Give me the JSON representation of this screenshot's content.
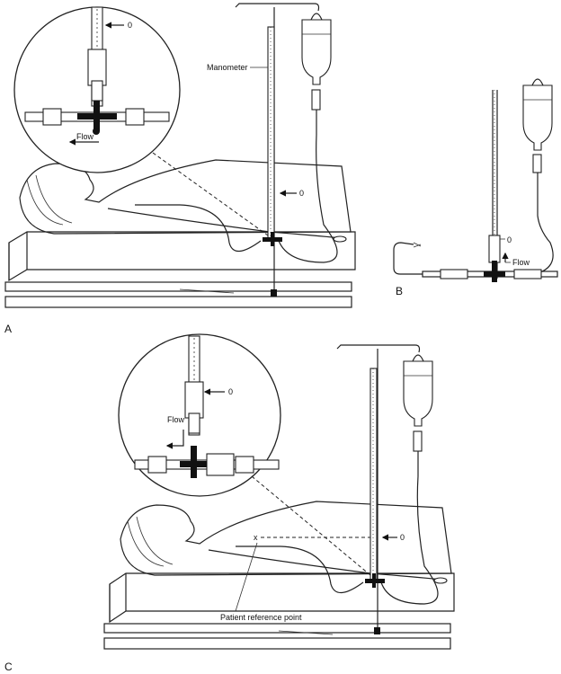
{
  "panel_a": {
    "letter": "A",
    "inset_zero": "0",
    "inset_flow": "Flow",
    "manometer_label": "Manometer",
    "zero_mark": "0"
  },
  "panel_b": {
    "letter": "B",
    "zero_mark": "0",
    "flow": "Flow"
  },
  "panel_c": {
    "letter": "C",
    "inset_zero": "0",
    "inset_flow": "Flow",
    "zero_mark": "0",
    "reference_x": "x",
    "reference_label": "Patient reference point"
  }
}
